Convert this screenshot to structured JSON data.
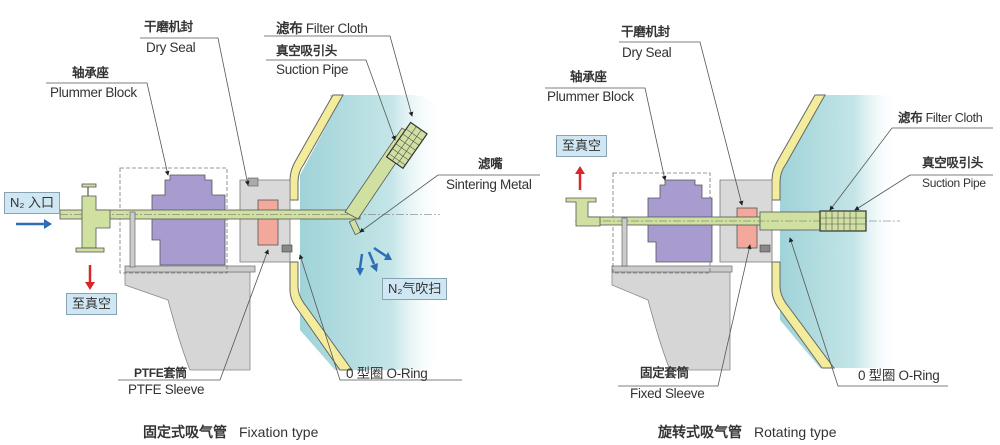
{
  "left_diagram": {
    "caption_zh": "固定式吸气管",
    "caption_en": "Fixation type",
    "labels": {
      "dry_seal": {
        "zh": "干磨机封",
        "en": "Dry Seal"
      },
      "plummer_block": {
        "zh": "轴承座",
        "en": "Plummer Block"
      },
      "filter_cloth": {
        "zh": "滤布",
        "en": "Filter Cloth"
      },
      "suction_pipe": {
        "zh": "真空吸引头",
        "en": "Suction Pipe"
      },
      "sintering_metal": {
        "zh": "滤嘴",
        "en": "Sintering Metal"
      },
      "ptfe_sleeve": {
        "zh": "PTFE套筒",
        "en": "PTFE Sleeve"
      },
      "o_ring": {
        "text": "0 型圈 O-Ring"
      }
    },
    "tags": {
      "n2_inlet": "N₂ 入口",
      "to_vacuum": "至真空",
      "n2_purge": "N₂气吹扫"
    }
  },
  "right_diagram": {
    "caption_zh": "旋转式吸气管",
    "caption_en": "Rotating type",
    "labels": {
      "dry_seal": {
        "zh": "干磨机封",
        "en": "Dry Seal"
      },
      "plummer_block": {
        "zh": "轴承座",
        "en": "Plummer Block"
      },
      "filter_cloth": {
        "zh": "滤布",
        "en": "Filter Cloth"
      },
      "suction_pipe": {
        "zh": "真空吸引头",
        "en": "Suction Pipe"
      },
      "fixed_sleeve": {
        "zh": "固定套筒",
        "en": "Fixed Sleeve"
      },
      "o_ring": {
        "text": "0 型圈 O-Ring"
      }
    },
    "tags": {
      "to_vacuum": "至真空"
    }
  },
  "colors": {
    "vessel_fluid": "#a9d8dc",
    "vessel_jacket": "#f3ec9c",
    "bearing_block": "#a79bd0",
    "dry_seal": "#f2a89a",
    "pipe": "#cfe0a0",
    "housing": "#d9d9d9",
    "arrow_blue": "#2d6db5",
    "arrow_red": "#d8272b",
    "tag_bg": "#cfe6f3"
  }
}
